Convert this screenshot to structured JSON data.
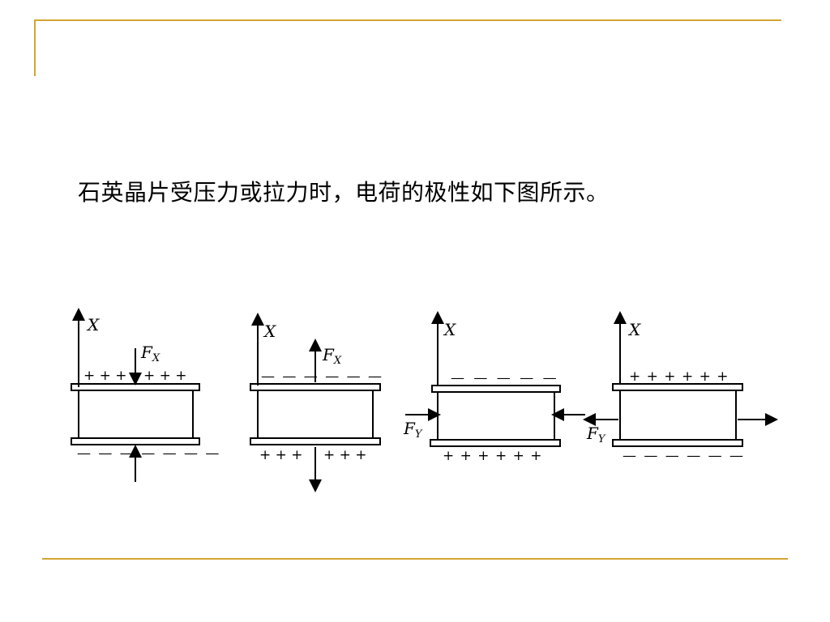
{
  "caption": "石英晶片受压力或拉力时，电荷的极性如下图所示。",
  "colors": {
    "accent_line": "#d4a534",
    "ink": "#000000"
  },
  "panels": [
    {
      "axis_label": "X",
      "force_label": "F",
      "force_sub": "X",
      "top_charge": "+ + +|+ + +",
      "bottom_charge": "— — — — — — —",
      "case": "compression along X"
    },
    {
      "axis_label": "X",
      "force_label": "F",
      "force_sub": "X",
      "top_charge": "— — — — — —",
      "bottom_charge": "+ + +|+ + +",
      "case": "tension along X"
    },
    {
      "axis_label": "X",
      "force_label": "F",
      "force_sub": "Y",
      "top_charge": "— — — — —",
      "bottom_charge": "+ + + + + +",
      "case": "compression along Y"
    },
    {
      "axis_label": "X",
      "force_label": "F",
      "force_sub": "Y",
      "top_charge": "+ + + + + +",
      "bottom_charge": "— — — — — —",
      "case": "tension along Y"
    }
  ]
}
